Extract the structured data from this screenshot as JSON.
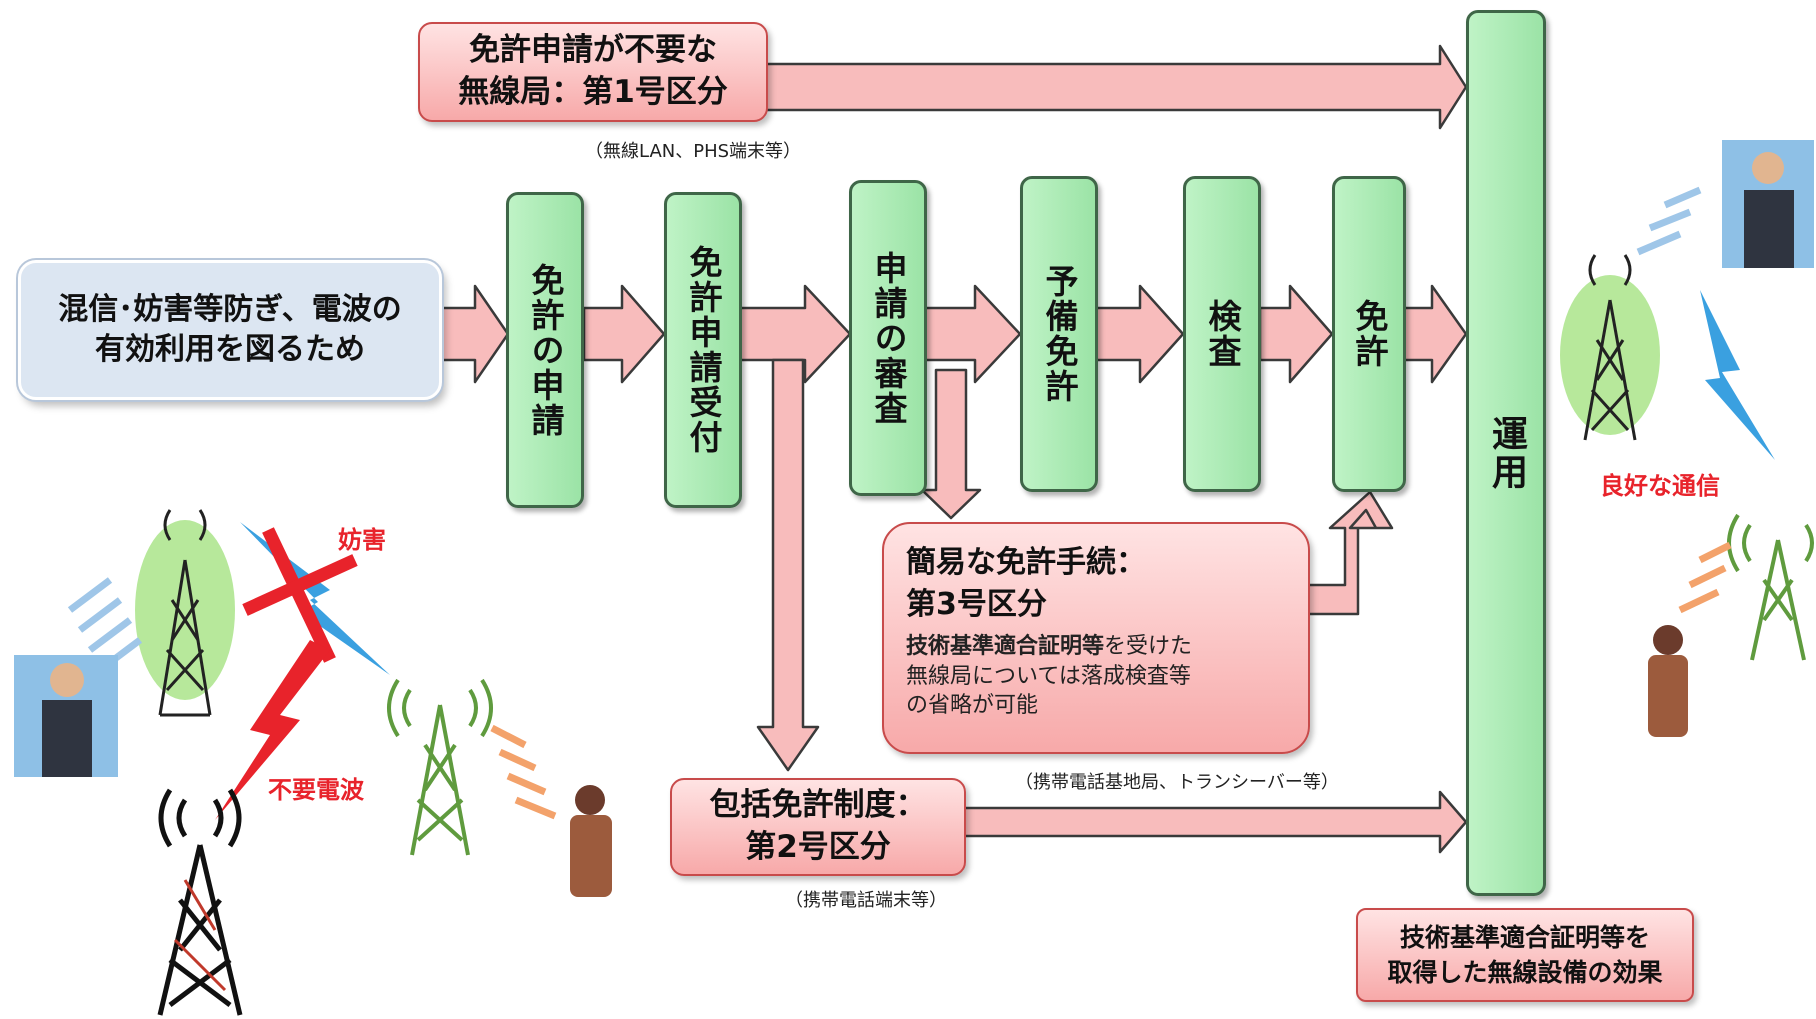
{
  "boxes": {
    "purpose": "混信･妨害等防ぎ、電波の\n有効利用を図るため",
    "class1": "免許申請が不要な\n無線局：第1号区分",
    "class1_note": "（無線LAN、PHS端末等）",
    "steps": [
      "免許の申請",
      "免許申請受付",
      "申請の審査",
      "予備免許",
      "検査",
      "免許"
    ],
    "operation": "運用",
    "class3_title": "簡易な免許手続：\n第3号区分",
    "class3_body_bold": "技術基準適合証明等",
    "class3_body_rest": "を受けた\n無線局については落成検査等\nの省略が可能",
    "class3_note": "（携帯電話基地局、トランシーバー等）",
    "class2": "包括免許制度：\n第2号区分",
    "class2_note": "（携帯電話端末等）",
    "effect": "技術基準適合証明等を\n取得した無線設備の効果"
  },
  "labels": {
    "interference": "妨害",
    "spurious": "不要電波",
    "good_comm": "良好な通信"
  },
  "colors": {
    "box_pink": "#f7a9a9",
    "box_green": "#9be3a6",
    "box_blue": "#dce6f2",
    "arrow_fill": "#f8bcbc",
    "alert_red": "#e8232b"
  }
}
